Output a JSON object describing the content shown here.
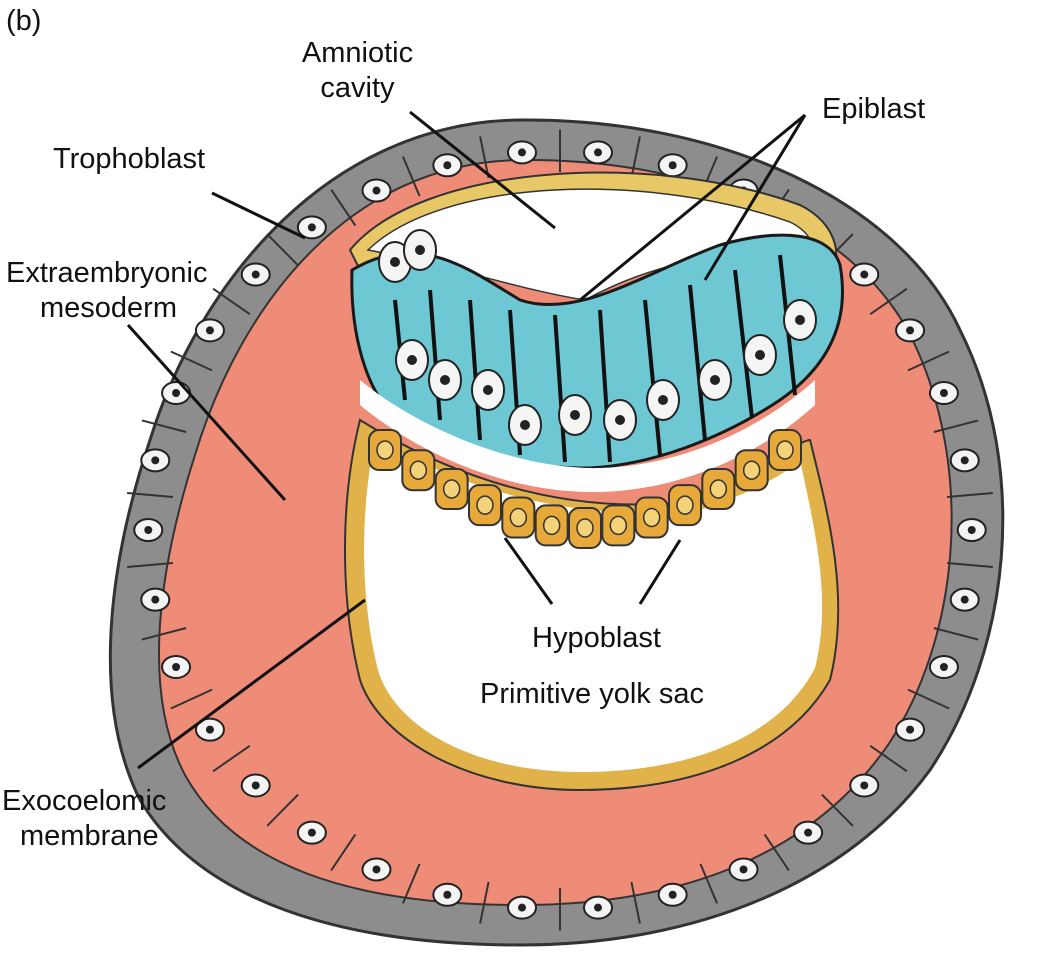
{
  "panel_letter": "(b)",
  "labels": {
    "amniotic_cavity": [
      "Amniotic",
      "cavity"
    ],
    "epiblast": "Epiblast",
    "trophoblast": "Trophoblast",
    "extraembryonic_mesoderm": [
      "Extraembryonic",
      "mesoderm"
    ],
    "hypoblast": "Hypoblast",
    "primitive_yolk_sac": "Primitive yolk sac",
    "exocoelomic_membrane": [
      "Exocoelomic",
      "membrane"
    ]
  },
  "colors": {
    "trophoblast": "#8d8d8d",
    "mesoderm": "#ef8c78",
    "epiblast": "#6ec8d4",
    "hypoblast": "#e6a93a",
    "membrane": "#e8c766"
  }
}
